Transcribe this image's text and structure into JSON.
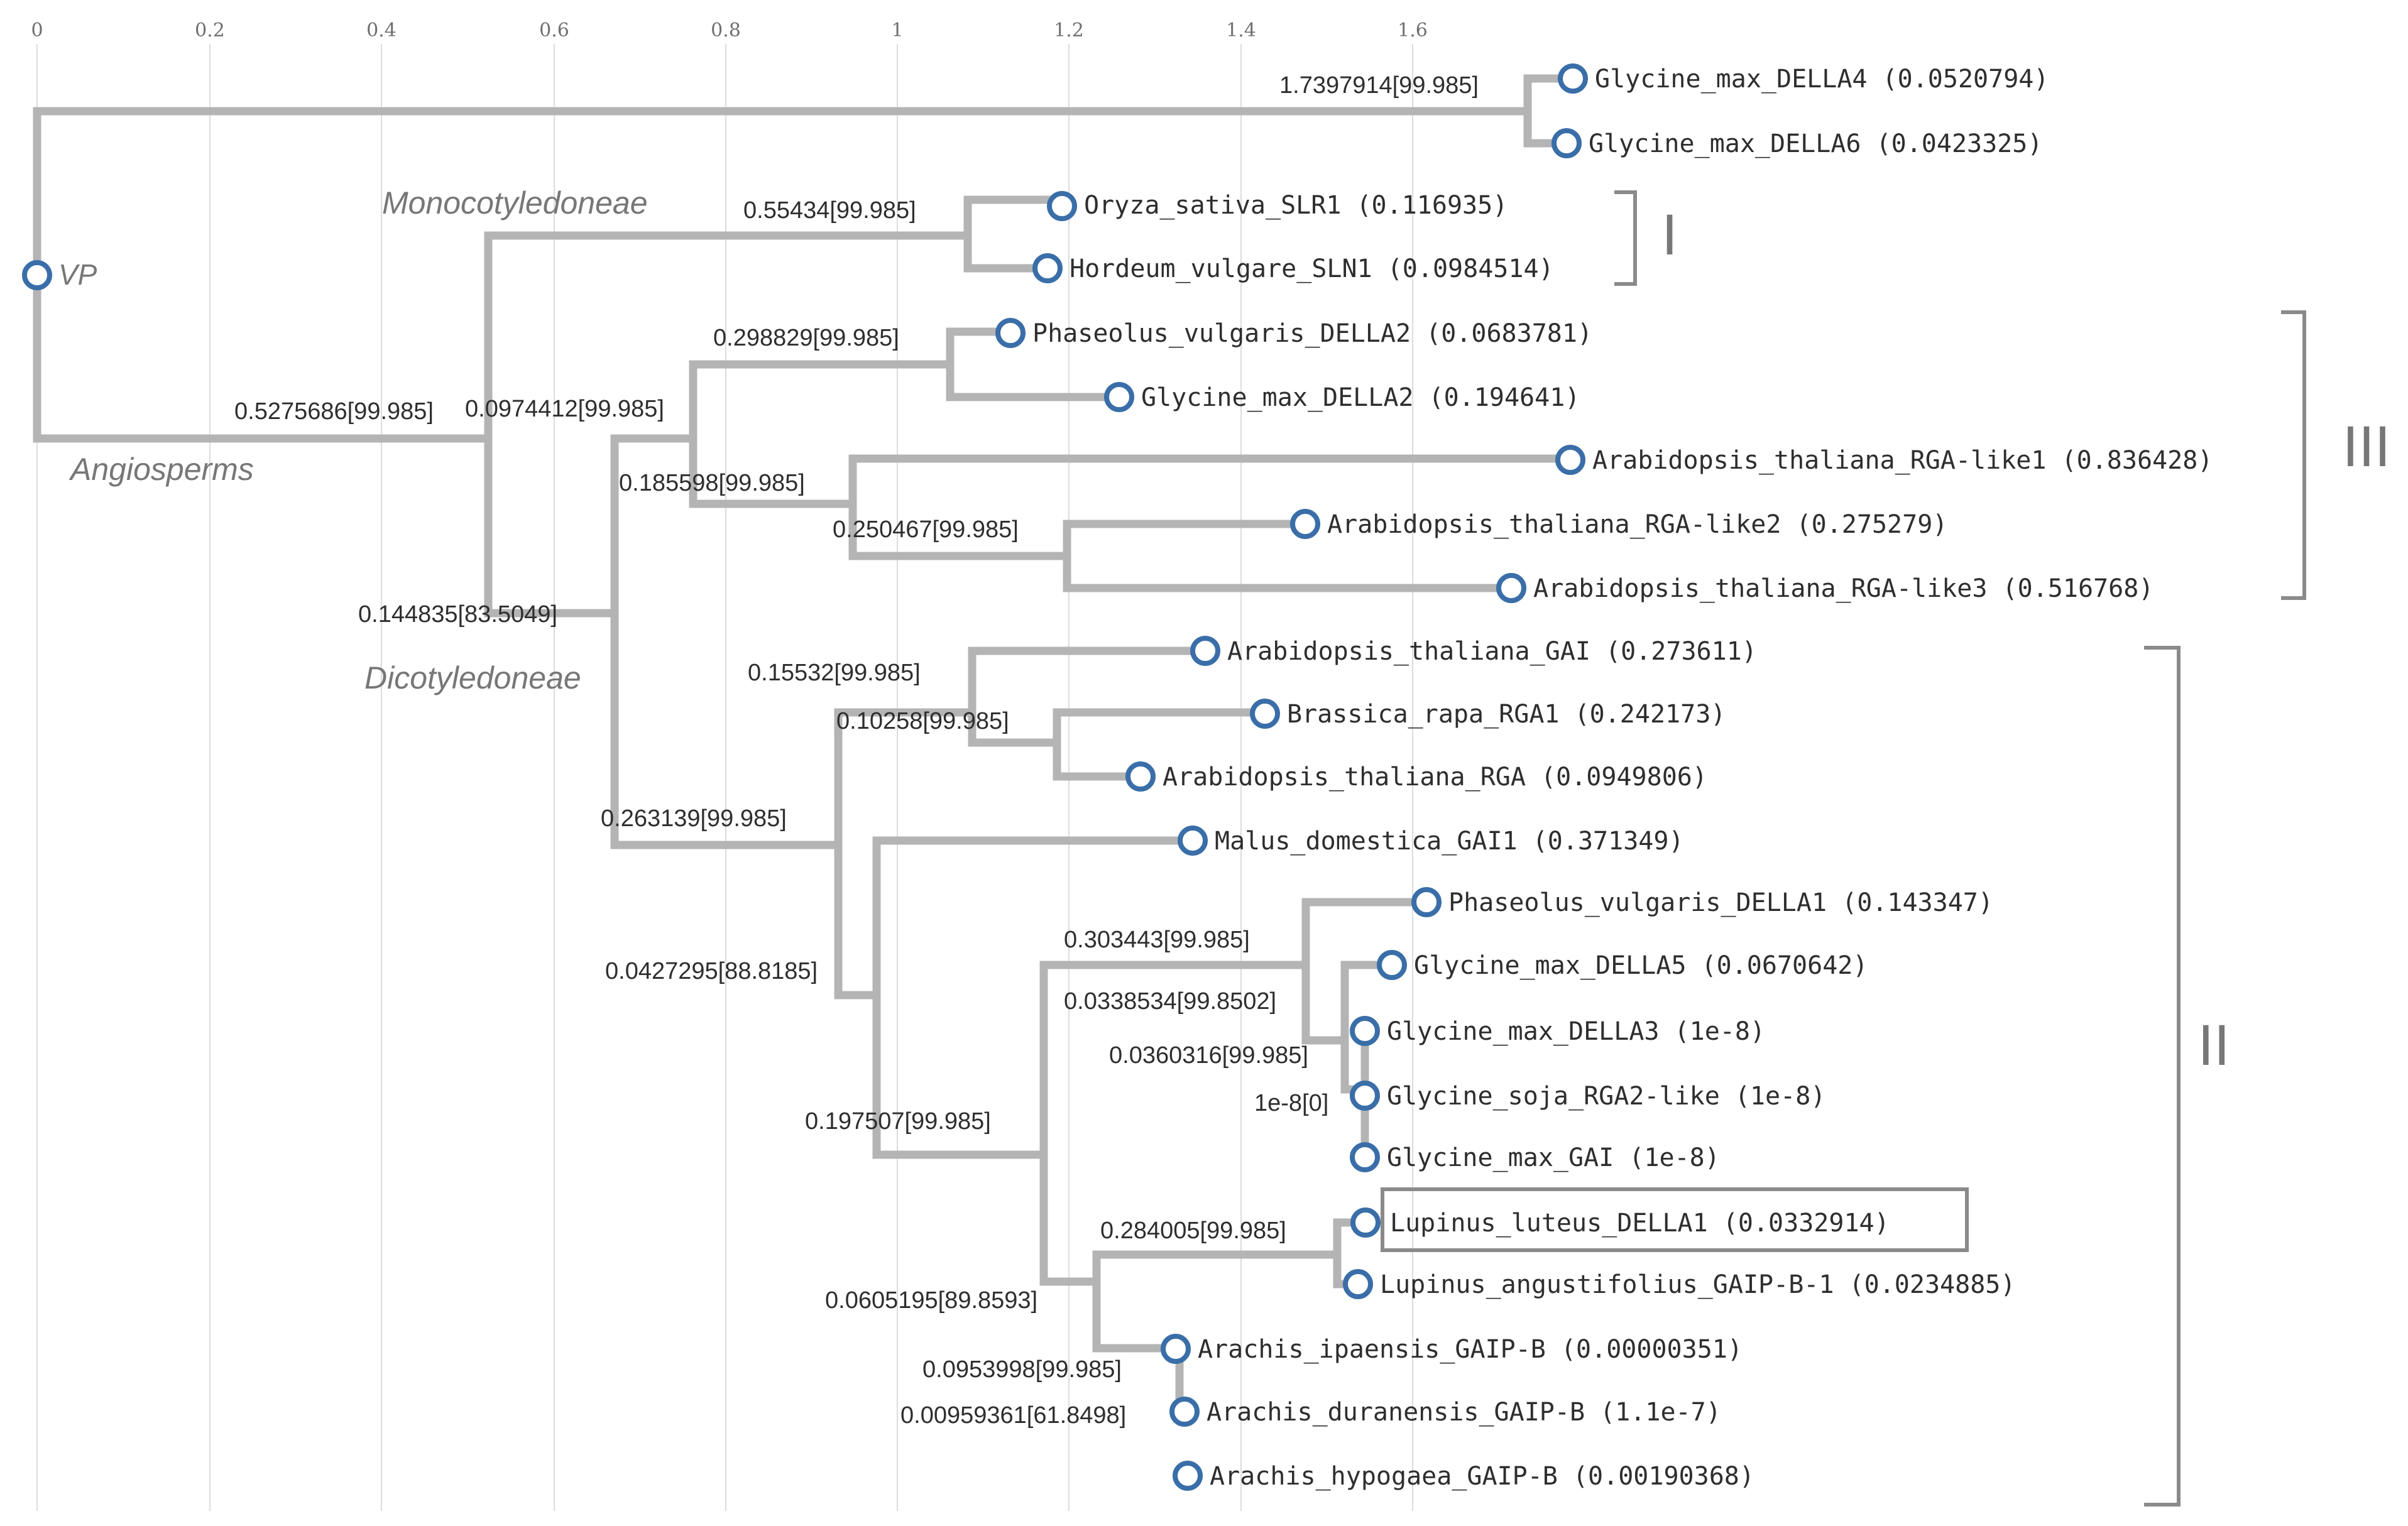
{
  "axis": {
    "ticks": [
      "0",
      "0.2",
      "0.4",
      "0.6",
      "0.8",
      "1",
      "1.2",
      "1.4",
      "1.6"
    ]
  },
  "root": {
    "label": "VP"
  },
  "clades": {
    "angiosperms": "Angiosperms",
    "monocots": "Monocotyledoneae",
    "dicots": "Dicotyledoneae"
  },
  "leaves": [
    "Glycine_max_DELLA4 (0.0520794)",
    "Glycine_max_DELLA6 (0.0423325)",
    "Oryza_sativa_SLR1 (0.116935)",
    "Hordeum_vulgare_SLN1 (0.0984514)",
    "Phaseolus_vulgaris_DELLA2 (0.0683781)",
    "Glycine_max_DELLA2 (0.194641)",
    "Arabidopsis_thaliana_RGA-like1 (0.836428)",
    "Arabidopsis_thaliana_RGA-like2 (0.275279)",
    "Arabidopsis_thaliana_RGA-like3 (0.516768)",
    "Arabidopsis_thaliana_GAI (0.273611)",
    "Brassica_rapa_RGA1 (0.242173)",
    "Arabidopsis_thaliana_RGA (0.0949806)",
    "Malus_domestica_GAI1 (0.371349)",
    "Phaseolus_vulgaris_DELLA1 (0.143347)",
    "Glycine_max_DELLA5 (0.0670642)",
    "Glycine_max_DELLA3 (1e-8)",
    "Glycine_soja_RGA2-like (1e-8)",
    "Glycine_max_GAI (1e-8)",
    "Lupinus_luteus_DELLA1 (0.0332914)",
    "Lupinus_angustifolius_GAIP-B-1 (0.0234885)",
    "Arachis_ipaensis_GAIP-B (0.00000351)",
    "Arachis_duranensis_GAIP-B (1.1e-7)",
    "Arachis_hypogaea_GAIP-B (0.00190368)"
  ],
  "branch_labels": [
    "1.7397914[99.985]",
    "0.55434[99.985]",
    "0.5275686[99.985]",
    "0.0974412[99.985]",
    "0.298829[99.985]",
    "0.185598[99.985]",
    "0.250467[99.985]",
    "0.144835[83.5049]",
    "0.15532[99.985]",
    "0.10258[99.985]",
    "0.263139[99.985]",
    "0.0427295[88.8185]",
    "0.303443[99.985]",
    "0.0338534[99.8502]",
    "0.0360316[99.985]",
    "1e-8[0]",
    "0.197507[99.985]",
    "0.284005[99.985]",
    "0.0605195[89.8593]",
    "0.0953998[99.985]",
    "0.00959361[61.8498]"
  ],
  "groups": [
    "I",
    "III",
    "II"
  ],
  "highlighted_leaf": "Lupinus_luteus_DELLA1 (0.0332914)",
  "colors": {
    "branch": "#b4b4b4",
    "node": "#3a6ea8"
  }
}
